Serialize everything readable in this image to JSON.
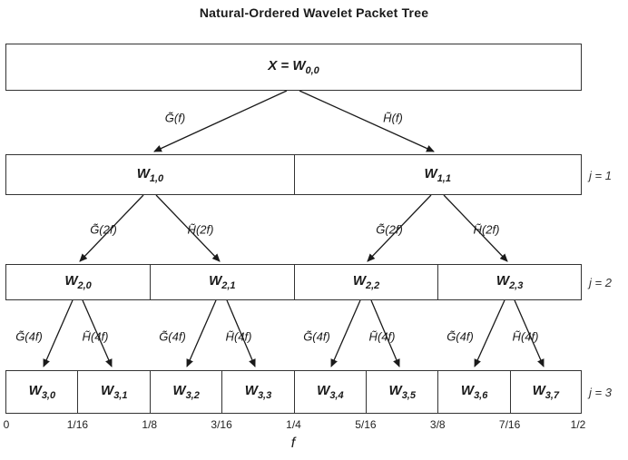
{
  "title": "Natural-Ordered Wavelet Packet Tree",
  "root": {
    "prefix": "X = ",
    "base": "W",
    "sub": "0,0"
  },
  "levels": [
    {
      "j_label": "j = 1",
      "boxes": [
        {
          "base": "W",
          "sub": "1,0"
        },
        {
          "base": "W",
          "sub": "1,1"
        }
      ]
    },
    {
      "j_label": "j = 2",
      "boxes": [
        {
          "base": "W",
          "sub": "2,0"
        },
        {
          "base": "W",
          "sub": "2,1"
        },
        {
          "base": "W",
          "sub": "2,2"
        },
        {
          "base": "W",
          "sub": "2,3"
        }
      ]
    },
    {
      "j_label": "j = 3",
      "boxes": [
        {
          "base": "W",
          "sub": "3,0"
        },
        {
          "base": "W",
          "sub": "3,1"
        },
        {
          "base": "W",
          "sub": "3,2"
        },
        {
          "base": "W",
          "sub": "3,3"
        },
        {
          "base": "W",
          "sub": "3,4"
        },
        {
          "base": "W",
          "sub": "3,5"
        },
        {
          "base": "W",
          "sub": "3,6"
        },
        {
          "base": "W",
          "sub": "3,7"
        }
      ]
    }
  ],
  "filters": {
    "g1": "G̃(f)",
    "h1": "H̃(f)",
    "g2": "G̃(2f)",
    "h2": "H̃(2f)",
    "g4": "G̃(4f)",
    "h4": "H̃(4f)"
  },
  "axis": {
    "label": "f",
    "ticks": [
      "0",
      "1/16",
      "1/8",
      "3/16",
      "1/4",
      "5/16",
      "3/8",
      "7/16",
      "1/2"
    ]
  },
  "colors": {
    "line": "#1a1a1a",
    "border": "#333333",
    "background": "#ffffff"
  }
}
